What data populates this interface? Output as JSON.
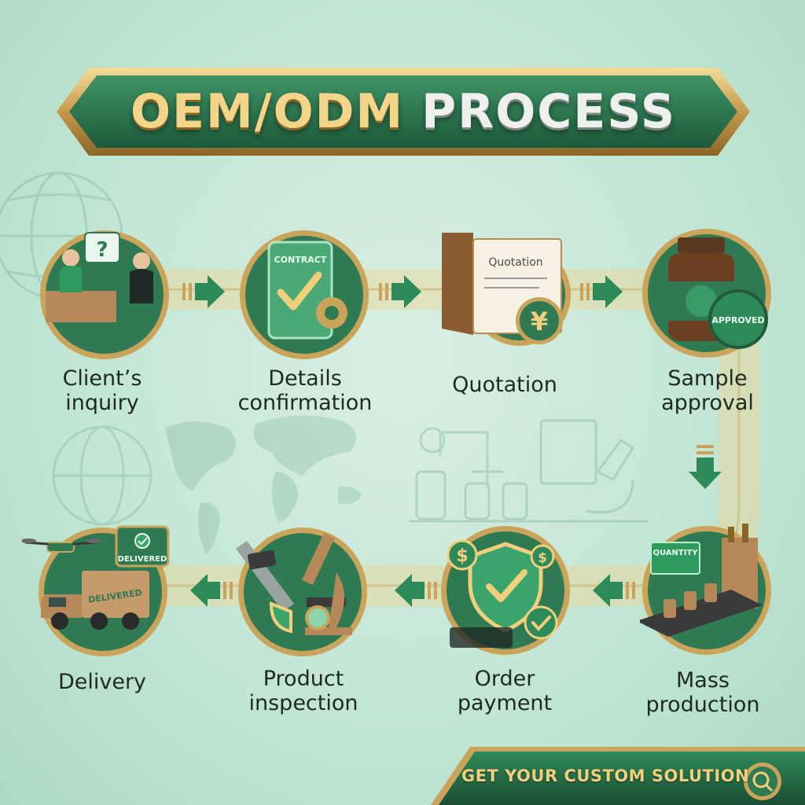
{
  "title": {
    "part1": "OEM/ODM",
    "part2": "PROCESS"
  },
  "steps": [
    {
      "line1": "Client’s",
      "line2": "inquiry",
      "icon": "inquiry-icon"
    },
    {
      "line1": "Details",
      "line2": "confirmation",
      "icon": "contract-icon",
      "icon_text": "CONTRACT"
    },
    {
      "line1": "Quotation",
      "line2": "",
      "icon": "quotation-icon",
      "icon_text": "Quotation",
      "currency": "¥"
    },
    {
      "line1": "Sample",
      "line2": "approval",
      "icon": "sample-jar-icon",
      "icon_text": "APPROVED"
    },
    {
      "line1": "Mass",
      "line2": "production",
      "icon": "factory-icon",
      "icon_text": "QUANTITY"
    },
    {
      "line1": "Order",
      "line2": "payment",
      "icon": "payment-shield-icon",
      "currency": "$"
    },
    {
      "line1": "Product",
      "line2": "inspection",
      "icon": "microscope-icon"
    },
    {
      "line1": "Delivery",
      "line2": "",
      "icon": "truck-icon",
      "icon_text": "DELIVERED",
      "badge_text": "DELIVERED"
    }
  ],
  "cta": {
    "label": "GET YOUR CUSTOM SOLUTION",
    "icon": "magnifier-icon"
  },
  "colors": {
    "green": "#2f7a52",
    "dark_green": "#1f5a3c",
    "gold": "#c9a45a",
    "bg": "#c3e6d5"
  }
}
